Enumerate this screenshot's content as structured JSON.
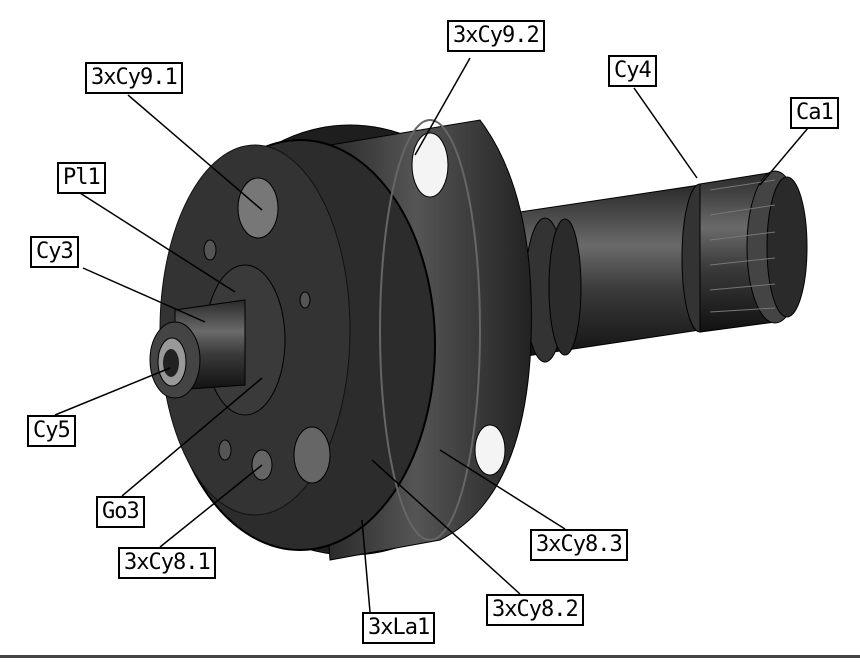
{
  "callouts": {
    "cy9_2": "3xCy9.2",
    "cy9_1": "3xCy9.1",
    "cy4": "Cy4",
    "ca1": "Ca1",
    "pl1": "Pl1",
    "cy3": "Cy3",
    "cy5": "Cy5",
    "go3": "Go3",
    "cy8_1": "3xCy8.1",
    "cy8_3": "3xCy8.3",
    "cy8_2": "3xCy8.2",
    "la1": "3xLa1"
  }
}
